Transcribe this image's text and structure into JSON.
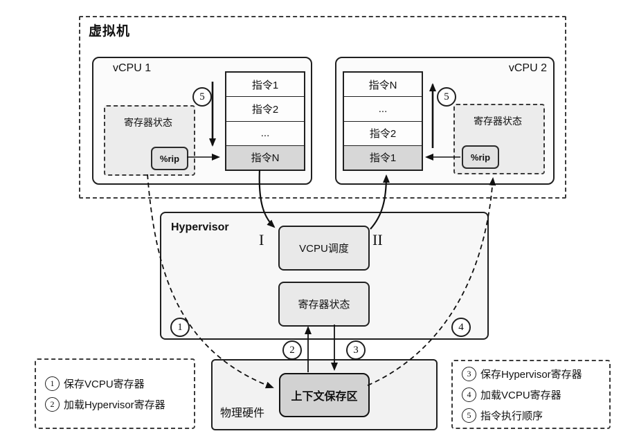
{
  "vm": {
    "label": "虚拟机"
  },
  "vcpu1": {
    "label": "vCPU 1",
    "register_label": "寄存器状态",
    "rip_label": "%rip",
    "instructions": [
      "指令1",
      "指令2",
      "...",
      "指令N"
    ]
  },
  "vcpu2": {
    "label": "vCPU 2",
    "register_label": "寄存器状态",
    "rip_label": "%rip",
    "instructions": [
      "指令N",
      "...",
      "指令2",
      "指令1"
    ]
  },
  "hypervisor": {
    "label": "Hypervisor",
    "scheduler_label": "VCPU调度",
    "register_label": "寄存器状态",
    "numeral_in": "I",
    "numeral_out": "II"
  },
  "hardware": {
    "label": "物理硬件",
    "context_label": "上下文保存区"
  },
  "steps": {
    "s1": "1",
    "s2": "2",
    "s3": "3",
    "s4": "4",
    "s5": "5"
  },
  "legend_left": {
    "items": [
      {
        "num": "1",
        "text": "保存VCPU寄存器"
      },
      {
        "num": "2",
        "text": "加载Hypervisor寄存器"
      }
    ]
  },
  "legend_right": {
    "items": [
      {
        "num": "3",
        "text": "保存Hypervisor寄存器"
      },
      {
        "num": "4",
        "text": "加载VCPU寄存器"
      },
      {
        "num": "5",
        "text": "指令执行顺序"
      }
    ]
  },
  "colors": {
    "border": "#1f1f1f",
    "context_fill": "#d2d2d2",
    "active_row_fill": "#d7d7d7",
    "panel_fill": "#f7f7f7"
  }
}
